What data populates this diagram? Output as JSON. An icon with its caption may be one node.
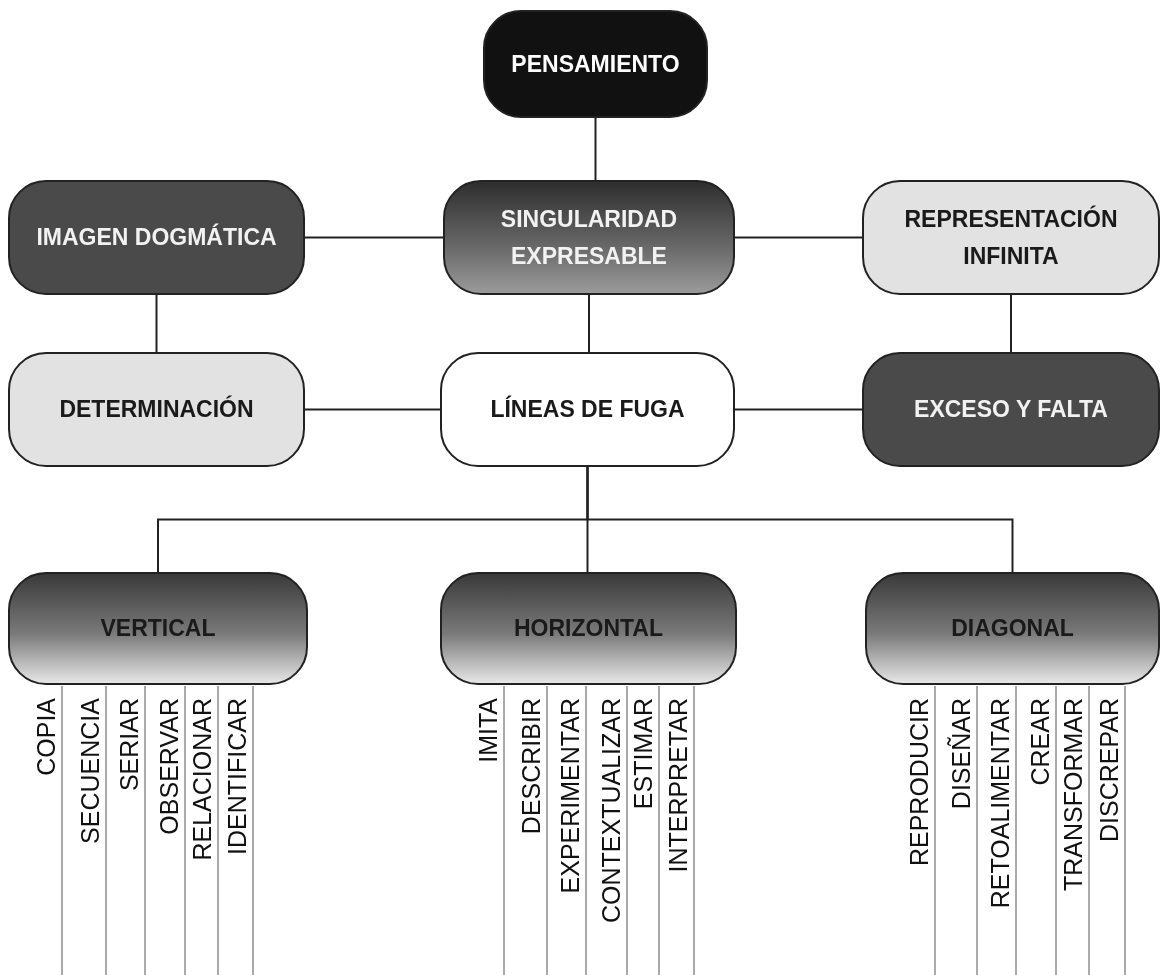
{
  "diagram": {
    "nodes": [
      {
        "text": [
          "PENSAMIENTO"
        ]
      },
      {
        "text": [
          "IMAGEN DOGMÁTICA"
        ]
      },
      {
        "text": [
          "SINGULARIDAD EXPRESABLE"
        ]
      },
      {
        "text": [
          "REPRESENTACIÓN INFINITA"
        ]
      },
      {
        "text": [
          "DETERMINACIÓN"
        ]
      },
      {
        "text": [
          "LÍNEAS DE FUGA"
        ]
      },
      {
        "text": [
          "EXCESO Y FALTA"
        ]
      },
      {
        "text": [
          "VERTICAL"
        ]
      },
      {
        "text": [
          "HORIZONTAL"
        ]
      },
      {
        "text": [
          "DIAGONAL"
        ]
      }
    ],
    "edges": [
      {
        "from": 0,
        "to": 2,
        "arrow": "none"
      },
      {
        "from": 1,
        "to": 2,
        "arrow": "none"
      },
      {
        "from": 2,
        "to": 3,
        "arrow": "none"
      },
      {
        "from": 1,
        "to": 4,
        "arrow": "none"
      },
      {
        "from": 3,
        "to": 6,
        "arrow": "none"
      },
      {
        "from": 2,
        "to": 5,
        "arrow": "none"
      },
      {
        "from": 4,
        "to": 5,
        "arrow": "none"
      },
      {
        "from": 5,
        "to": 6,
        "arrow": "none"
      },
      {
        "from": 5,
        "to": 7,
        "arrow": "none"
      },
      {
        "from": 5,
        "to": 8,
        "arrow": "none"
      },
      {
        "from": 5,
        "to": 9,
        "arrow": "none"
      }
    ],
    "labels": [
      "COPIA",
      "SECUENCIA",
      "SERIAR",
      "OBSERVAR",
      "RELACIONAR",
      "IDENTIFICAR",
      "IMITA",
      "DESCRIBIR",
      "EXPERIMENTAR",
      "CONTEXTUALIZAR",
      "ESTIMAR",
      "INTERPRETAR",
      "REPRODUCIR",
      "DISEÑAR",
      "RETOALIMENTAR",
      "CREAR",
      "TRANSFORMAR",
      "DISCREPAR"
    ]
  }
}
